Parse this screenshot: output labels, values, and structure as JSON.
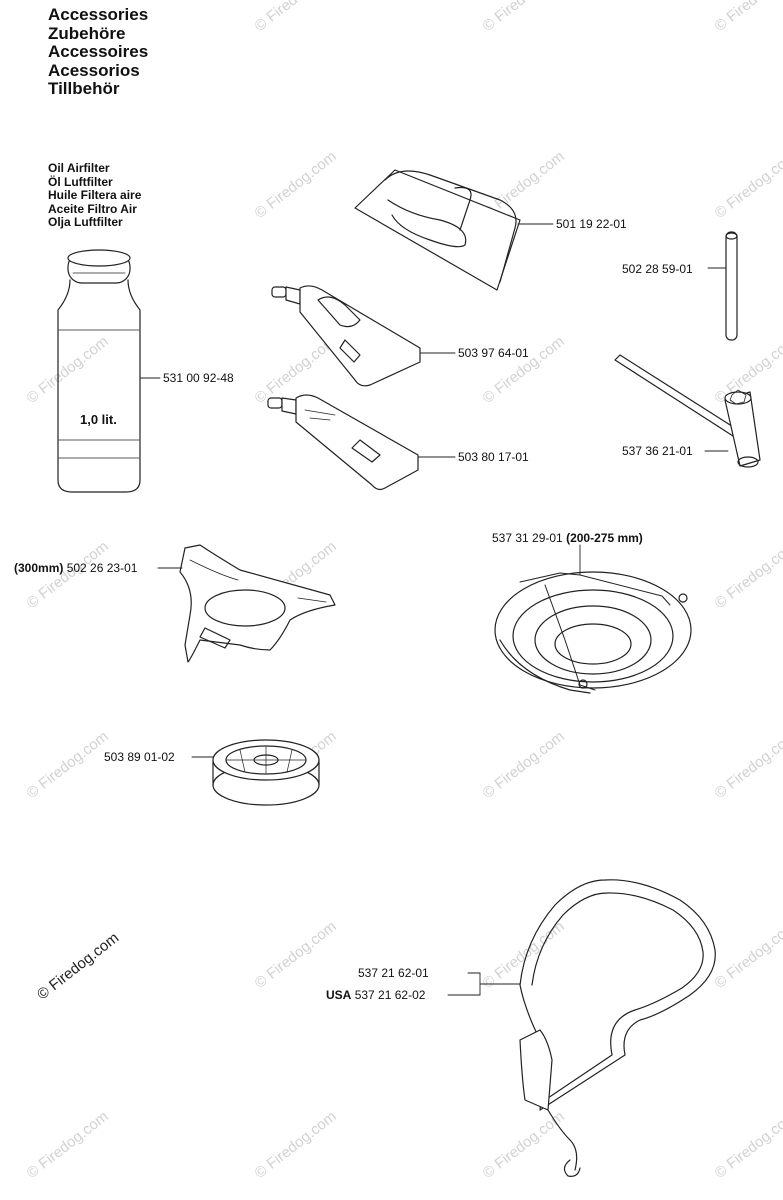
{
  "title_lines": [
    "Accessories",
    "Zubehöre",
    "Accessoires",
    "Acessorios",
    "Tillbehör"
  ],
  "oil_filter_lines": [
    "Oil Airfilter",
    "Öl Luftfilter",
    "Huile Filtera aire",
    "Aceite Filtro Air",
    "Olja Luftfilter"
  ],
  "bottle_volume": "1,0 lit.",
  "parts": {
    "oil_bottle": "531 00 92-48",
    "visor": "501 19 22-01",
    "rod": "502 28 59-01",
    "tube_grease_1": "503 97 64-01",
    "tube_grease_2": "503 80 17-01",
    "spark_wrench": "537 36 21-01",
    "blade_guard_prefix": "(300mm)",
    "blade_guard": "502 26 23-01",
    "disc_guard": "537 31 29-01",
    "disc_guard_size": "(200-275 mm)",
    "spool": "503 89 01-02",
    "harness": "537 21 62-01",
    "harness_usa_prefix": "USA",
    "harness_usa": "537 21 62-02"
  },
  "watermark": "© Firedog.com"
}
